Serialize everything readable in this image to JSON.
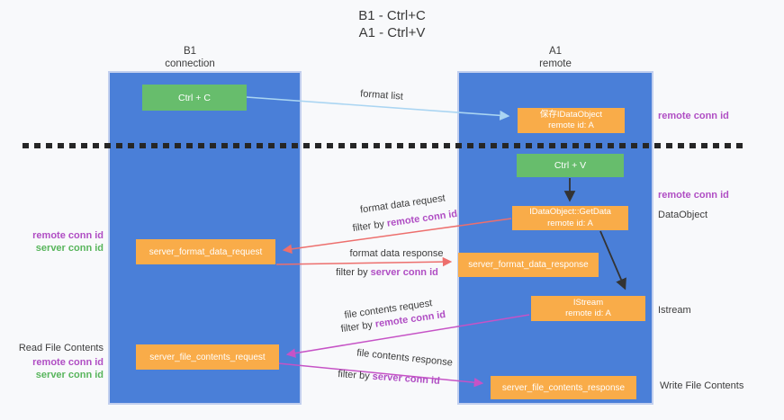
{
  "title": {
    "line1": "B1 - Ctrl+C",
    "line2": "A1 - Ctrl+V"
  },
  "lanes": {
    "left": {
      "name": "B1",
      "role": "connection"
    },
    "right": {
      "name": "A1",
      "role": "remote"
    }
  },
  "nodes": {
    "ctrl_c": "Ctrl + C",
    "ctrl_v": "Ctrl + V",
    "save_obj": {
      "line1": "保存IDataObject",
      "line2": "remote id: A"
    },
    "get_data": {
      "line1": "IDataObject::GetData",
      "line2": "remote id: A"
    },
    "istream": {
      "line1": "IStream",
      "line2": "remote id: A"
    },
    "format_request": "server_format_data_request",
    "format_response": "server_format_data_response",
    "file_request": "server_file_contents_request",
    "file_response": "server_file_contents_response"
  },
  "flows": {
    "format_list": "format list",
    "format_request": {
      "label": "format data request",
      "filter_prefix": "filter by",
      "filter_key": "remote conn id"
    },
    "format_response": {
      "label": "format data response",
      "filter_prefix": "filter by",
      "filter_key": "server conn id"
    },
    "file_request": {
      "label": "file contents request",
      "filter_prefix": "filter by",
      "filter_key": "remote conn id"
    },
    "file_response": {
      "label": "file contents response",
      "filter_prefix": "filter by",
      "filter_key": "server conn id"
    }
  },
  "annotations": {
    "left": {
      "format_remote": "remote conn id",
      "format_server": "server conn id",
      "read_title": "Read File Contents",
      "file_remote": "remote conn id",
      "file_server": "server conn id"
    },
    "right": {
      "save_key": "remote conn id",
      "getdata_key": "remote conn id",
      "dataobject": "DataObject",
      "istream": "Istream",
      "write_title": "Write File Contents"
    }
  },
  "colors": {
    "lane_blue": "#4a7fd8",
    "box_orange": "#f9ac49",
    "box_green": "#67bd6c",
    "key_purple": "#b04ec4",
    "key_green": "#58b55c",
    "arrow_red": "#ed6f6d",
    "arrow_magenta": "#c653c6",
    "arrow_blue": "#aad5f2",
    "arrow_black": "#333333"
  }
}
